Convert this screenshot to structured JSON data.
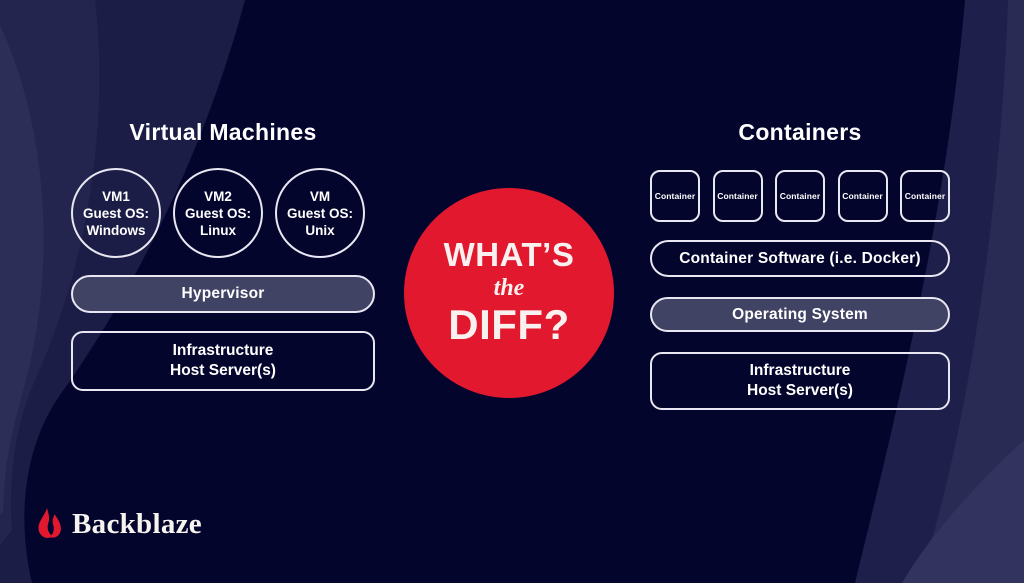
{
  "colors": {
    "background": "#04052d",
    "wave_band": "#1e1f4a",
    "wave_highlight": "#2d2e58",
    "accent_red": "#e1182e",
    "box_fill": "#414365",
    "box_border": "#e9e7f2",
    "text": "#ffffff"
  },
  "vm_section": {
    "title": "Virtual Machines",
    "vms": [
      {
        "name": "VM1",
        "label": "Guest OS:",
        "os": "Windows"
      },
      {
        "name": "VM2",
        "label": "Guest OS:",
        "os": "Linux"
      },
      {
        "name": "VM",
        "label": "Guest OS:",
        "os": "Unix"
      }
    ],
    "hypervisor": "Hypervisor",
    "infrastructure_line1": "Infrastructure",
    "infrastructure_line2": "Host Server(s)"
  },
  "center_badge": {
    "line1": "WHAT’S",
    "line2": "the",
    "line3": "DIFF?"
  },
  "container_section": {
    "title": "Containers",
    "containers": [
      "Container",
      "Container",
      "Container",
      "Container",
      "Container"
    ],
    "software": "Container Software (i.e. Docker)",
    "os": "Operating System",
    "infrastructure_line1": "Infrastructure",
    "infrastructure_line2": "Host Server(s)"
  },
  "branding": {
    "wordmark": "Backblaze"
  }
}
